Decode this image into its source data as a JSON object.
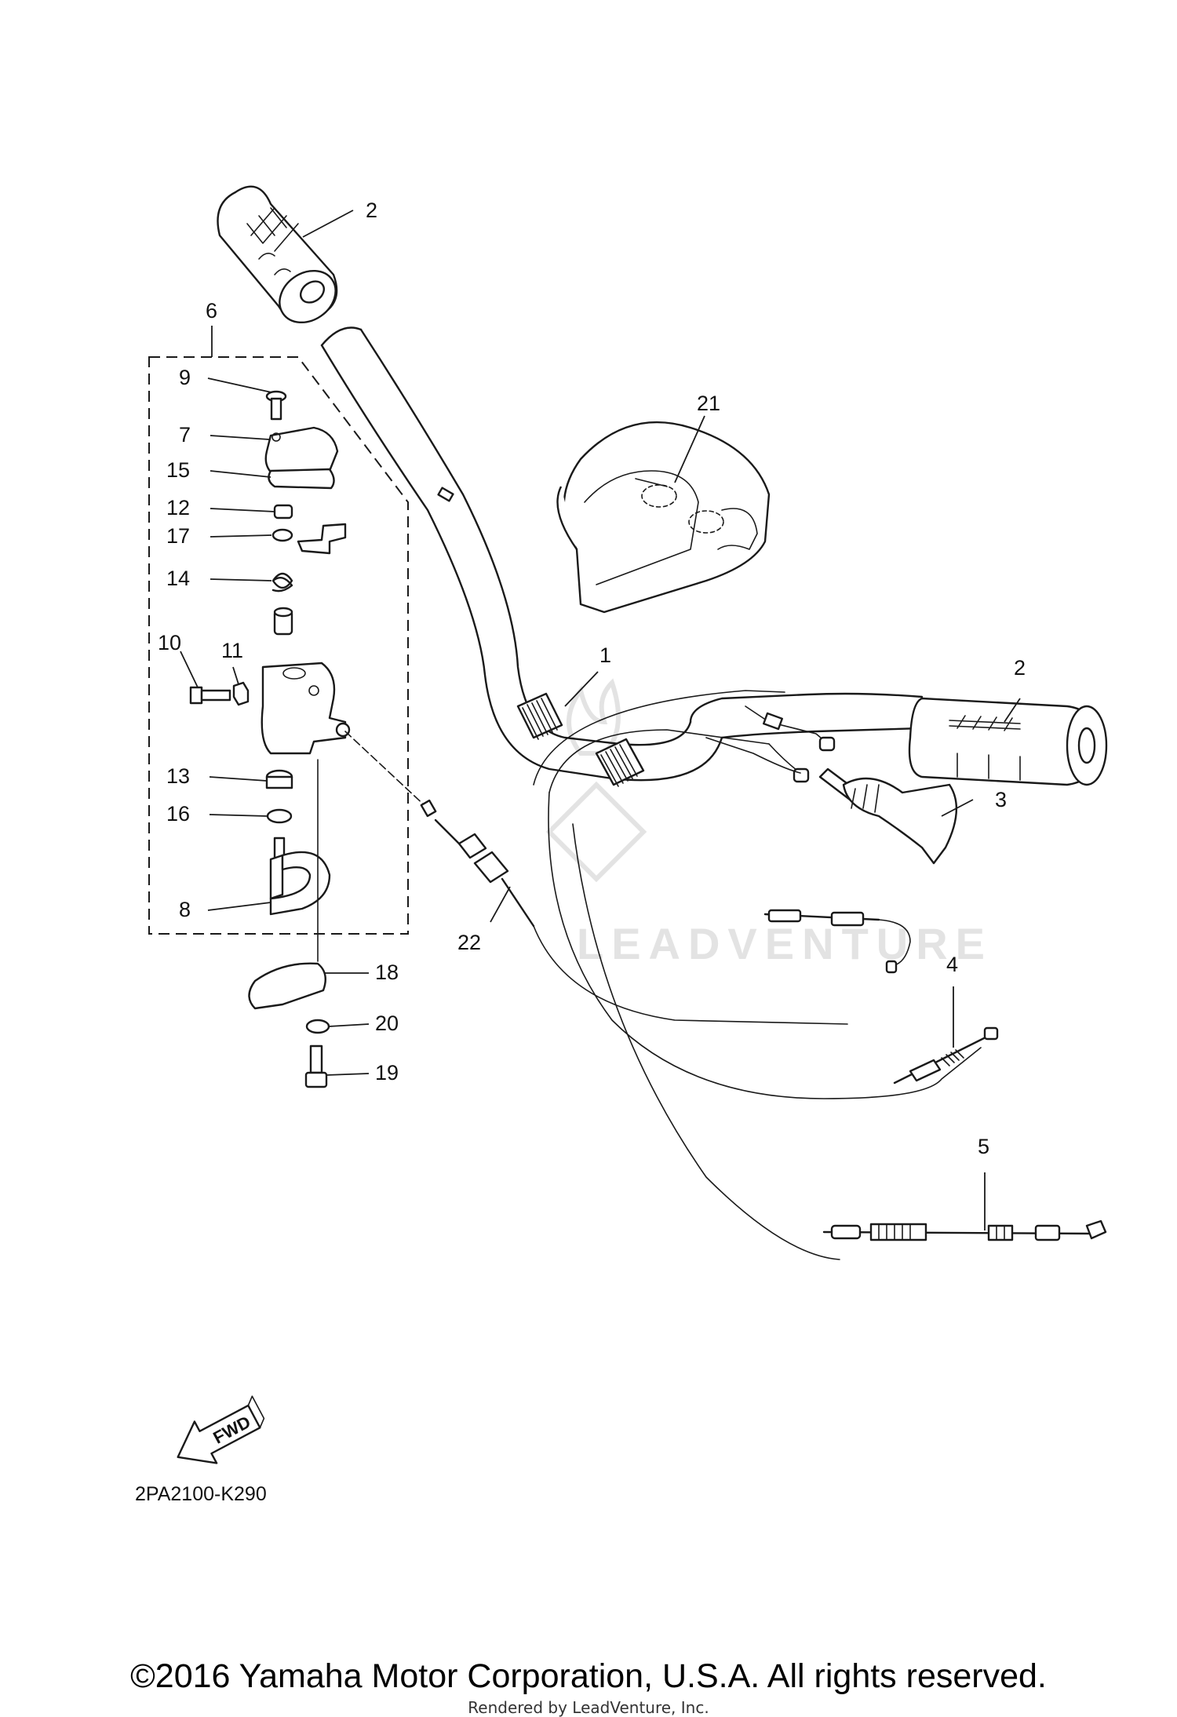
{
  "diagram": {
    "watermark": "LEADVENTURE",
    "direction_label": "FWD",
    "drawing_code": "2PA2100-K290",
    "callouts": [
      {
        "id": "c1",
        "label": "1"
      },
      {
        "id": "c2a",
        "label": "2"
      },
      {
        "id": "c2b",
        "label": "2"
      },
      {
        "id": "c3",
        "label": "3"
      },
      {
        "id": "c4",
        "label": "4"
      },
      {
        "id": "c5",
        "label": "5"
      },
      {
        "id": "c6",
        "label": "6"
      },
      {
        "id": "c7",
        "label": "7"
      },
      {
        "id": "c8",
        "label": "8"
      },
      {
        "id": "c9",
        "label": "9"
      },
      {
        "id": "c10",
        "label": "10"
      },
      {
        "id": "c11",
        "label": "11"
      },
      {
        "id": "c12",
        "label": "12"
      },
      {
        "id": "c13",
        "label": "13"
      },
      {
        "id": "c14",
        "label": "14"
      },
      {
        "id": "c15",
        "label": "15"
      },
      {
        "id": "c16",
        "label": "16"
      },
      {
        "id": "c17",
        "label": "17"
      },
      {
        "id": "c18",
        "label": "18"
      },
      {
        "id": "c19",
        "label": "19"
      },
      {
        "id": "c20",
        "label": "20"
      },
      {
        "id": "c21",
        "label": "21"
      },
      {
        "id": "c22",
        "label": "22"
      }
    ]
  },
  "footer": {
    "copyright": "©2016 Yamaha Motor Corporation, U.S.A. All rights reserved.",
    "rendered_by": "Rendered by LeadVenture, Inc."
  }
}
